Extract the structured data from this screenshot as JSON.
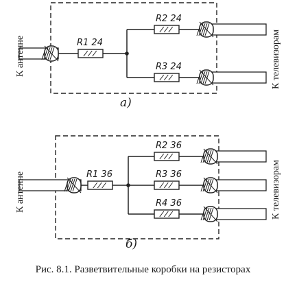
{
  "diagram_a": {
    "sublabel": "а)",
    "input_label": "К антенне",
    "output_label": "К телевизорам",
    "resistors": [
      {
        "id": "r1",
        "label": "R1 24"
      },
      {
        "id": "r2",
        "label": "R2 24"
      },
      {
        "id": "r3",
        "label": "R3 24"
      }
    ]
  },
  "diagram_b": {
    "sublabel": "б)",
    "input_label": "К антенне",
    "output_label": "К телевизорам",
    "resistors": [
      {
        "id": "r1",
        "label": "R1 36"
      },
      {
        "id": "r2",
        "label": "R2 36"
      },
      {
        "id": "r3",
        "label": "R3 36"
      },
      {
        "id": "r4",
        "label": "R4 36"
      }
    ]
  },
  "caption": "Рис. 8.1. Разветвительные коробки на резисторах"
}
